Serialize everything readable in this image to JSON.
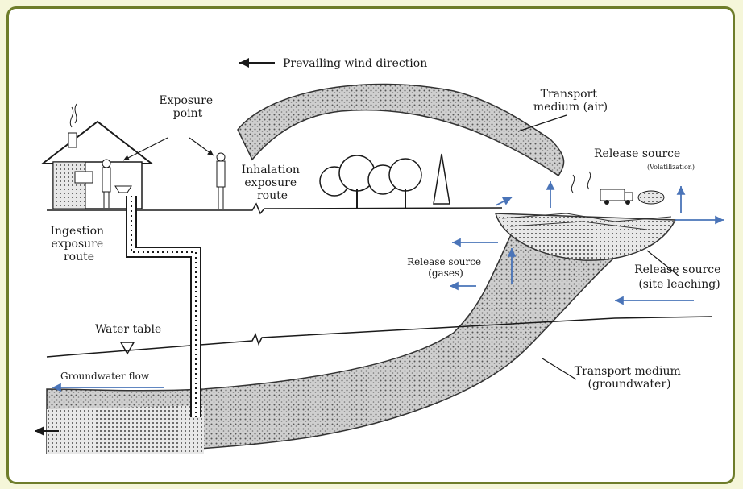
{
  "labels": {
    "wind": "Prevailing wind direction",
    "exposure_point": [
      "Exposure",
      "point"
    ],
    "transport_air": [
      "Transport",
      "medium (air)"
    ],
    "release_volat": "Release source",
    "volatilization": "(Volatilization)",
    "inhalation": [
      "Inhalation",
      "exposure",
      "route"
    ],
    "ingestion": [
      "Ingestion",
      "exposure",
      "route"
    ],
    "release_gases": [
      "Release source",
      "(gases)"
    ],
    "release_leach": [
      "Release source",
      "(site leaching)"
    ],
    "water_table": "Water table",
    "groundwater_flow": "Groundwater flow",
    "transport_gw": [
      "Transport medium",
      "(groundwater)"
    ]
  },
  "colors": {
    "frame": "#6e7d2a",
    "page_bg": "#f5f6d9",
    "arrow_blue": "#4a74b8",
    "ink": "#1a1a1a",
    "plume": "#8a8a8a"
  },
  "icons": [
    "house-icon",
    "person-icon",
    "trees-icon",
    "truck-icon",
    "water-table-triangle-icon"
  ]
}
